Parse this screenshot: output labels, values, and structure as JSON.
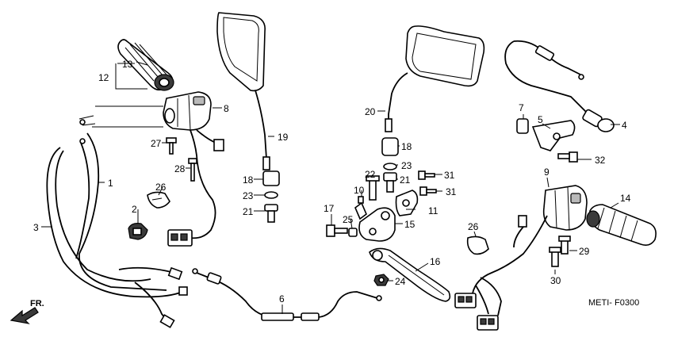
{
  "diagram_code": "METI- F0300",
  "direction_label": "FR.",
  "callouts": {
    "n1": "1",
    "n2": "2",
    "n3": "3",
    "n4": "4",
    "n5": "5",
    "n6": "6",
    "n7": "7",
    "n8": "8",
    "n9": "9",
    "n10": "10",
    "n11": "11",
    "n12": "12",
    "n13": "13",
    "n14": "14",
    "n15": "15",
    "n16": "16",
    "n17": "17",
    "n18a": "18",
    "n18b": "18",
    "n19": "19",
    "n20": "20",
    "n21a": "21",
    "n21b": "21",
    "n22": "22",
    "n23a": "23",
    "n23b": "23",
    "n24": "24",
    "n25": "25",
    "n26a": "26",
    "n26b": "26",
    "n27": "27",
    "n28": "28",
    "n29": "29",
    "n30": "30",
    "n31a": "31",
    "n31b": "31",
    "n32": "32"
  }
}
